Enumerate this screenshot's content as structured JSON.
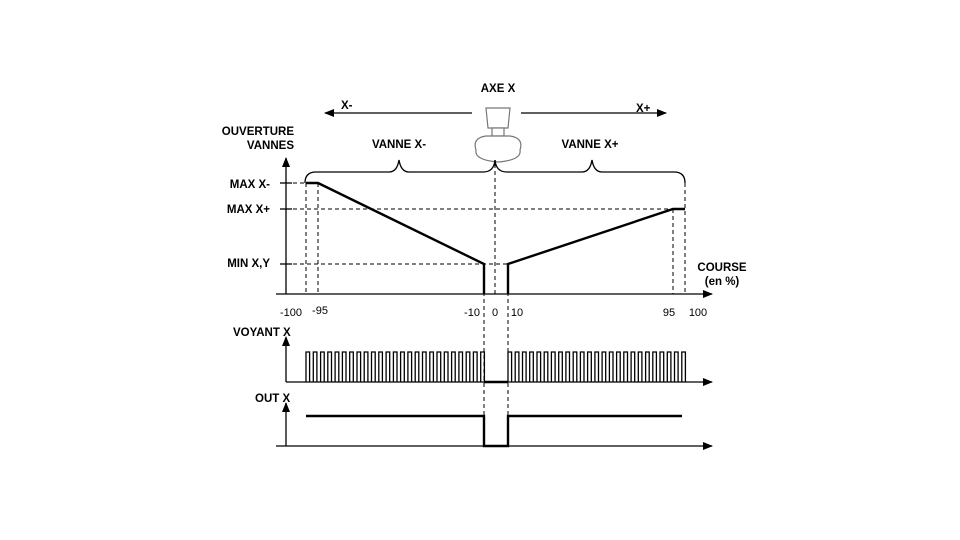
{
  "header": {
    "axis_name": "AXE X",
    "dir_minus": "X-",
    "dir_plus": "X+"
  },
  "valves": {
    "minus": "VANNE X-",
    "plus": "VANNE X+"
  },
  "y_axis": {
    "title_line1": "OUVERTURE",
    "title_line2": "VANNES",
    "max_minus": "MAX X-",
    "max_plus": "MAX X+",
    "min": "MIN X,Y"
  },
  "x_axis": {
    "title_line1": "COURSE",
    "title_line2": "(en %)"
  },
  "ticks": [
    "-100",
    "-95",
    "-10",
    "0",
    "10",
    "95",
    "100"
  ],
  "voyant": {
    "label": "VOYANT X"
  },
  "out": {
    "label": "OUT  X"
  },
  "icons": {
    "joystick": "joystick-icon"
  }
}
